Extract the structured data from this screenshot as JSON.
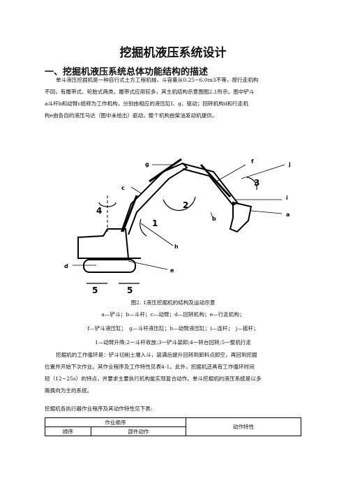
{
  "doc": {
    "title": "挖掘机液压系统设计",
    "section1_heading": "一、挖掘机液压系统总体功能结构的描述",
    "para1_line1": "单斗液压挖掘机是一种自行式土方工程机械，斗容量从0.25~6.0m3不等，按行走机构",
    "para1_line2": "不同，有履带式、轮胎式两类。履带式应用较多，其主机结构示意图图2.1所示。图中铲斗",
    "para1_line3": "a斗杆b和动臂c统称为工作机构，分别由相应的液压缸f、g、驱动；回转机构d和行走机",
    "para1_line4": "构e由各自的液压马达（图中未绘出）驱动，整个机构由柴油发动机提供。",
    "figure": {
      "labels": {
        "a": "a",
        "b": "b",
        "c": "c",
        "d": "d",
        "e": "e",
        "f": "f",
        "g": "g",
        "h": "h",
        "i": "i",
        "j": "j",
        "n1": "1",
        "n2": "2",
        "n3": "3",
        "n4": "4",
        "n5a": "5",
        "n5b": "5"
      },
      "caption": "图2. 1液压挖掘机的结构及运动示意",
      "legend1": "a—铲斗；b—斗杆；c—动臂；d—回转机构；e—行走机构；",
      "legend2": "f—铲斗液压缸；　g—斗杆液压缸；h—动臂液压缸；i—连杆；　j—摇杆；",
      "legend3": "1—动臂升降;2一斗杆收放;3一铲斗装卸;4一转台回转;5一整机行走"
    },
    "para2_line1": "挖掘机的工作循环是：铲斗切削土壤入斗，装满后提升回转到卸料点卸空，再回到挖掘",
    "para2_line2": "位置并开始下次作业。其作业程序及工作特性见表4-1。此外，挖掘机还具有工作循环时间",
    "para2_line3": "短（12~25s）的特点，并要求主要执行机构能实现复合动作。单斗挖掘机的液压系统是以多",
    "para2_line4": "路换向为主的系统。",
    "table_intro": "挖掘机各执行器作业程序及其动作特性见下表:",
    "table": {
      "h_program": "作业顺序",
      "h_feature": "动作特性",
      "h_order": "顺序",
      "h_part": "部件动作"
    }
  }
}
